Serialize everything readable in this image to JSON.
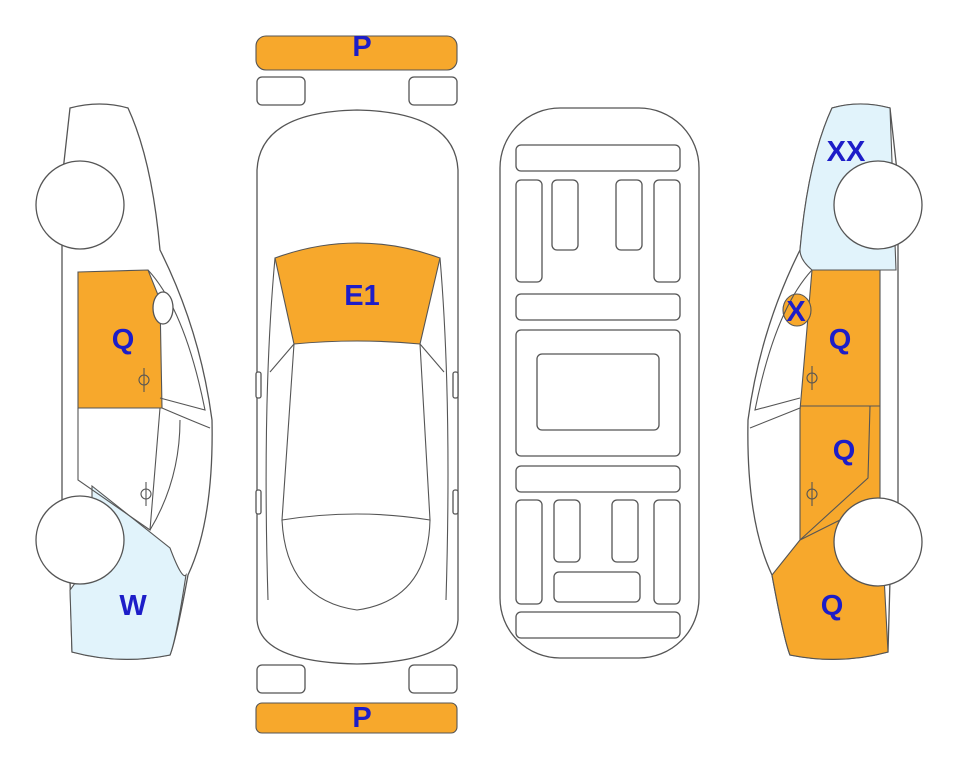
{
  "colors": {
    "damage_orange": "#F7A82C",
    "damage_blue": "#E1F3FB",
    "outline": "#555555",
    "label": "#1D1DC8"
  },
  "labels": {
    "front_bumper": "P",
    "rear_bumper": "P",
    "windshield": "E1",
    "left_front_door": "Q",
    "left_rear_quarter": "W",
    "right_front_fender": "XX",
    "right_mirror": "X",
    "right_front_door": "Q",
    "right_rear_door": "Q",
    "right_rear_quarter": "Q"
  }
}
